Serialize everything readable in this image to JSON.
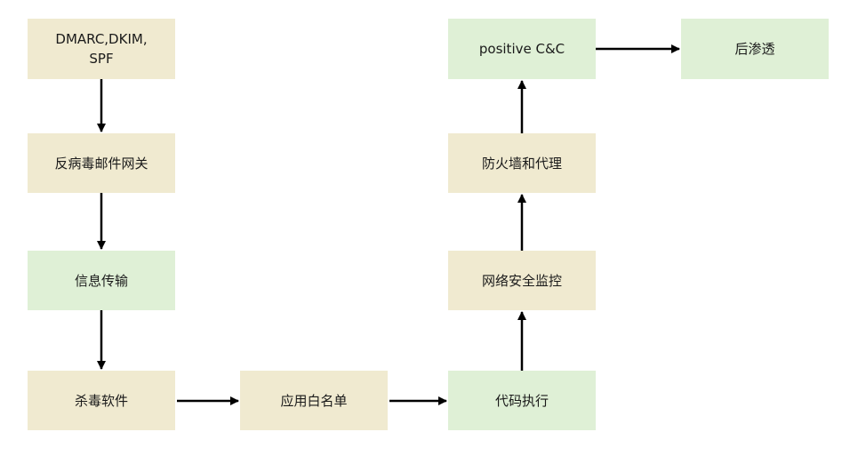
{
  "nodes": {
    "dmarc": "DMARC,DKIM,\nSPF",
    "antivirus_gateway": "反病毒邮件网关",
    "info_transfer": "信息传输",
    "antivirus_software": "杀毒软件",
    "app_whitelist": "应用白名单",
    "code_execution": "代码执行",
    "network_monitoring": "网络安全监控",
    "firewall_proxy": "防火墙和代理",
    "positive_cc": "positive C&C",
    "post_exploitation": "后渗透"
  },
  "colors": {
    "tan": "#f0ead0",
    "green": "#dff0d6",
    "arrow": "#000000"
  }
}
